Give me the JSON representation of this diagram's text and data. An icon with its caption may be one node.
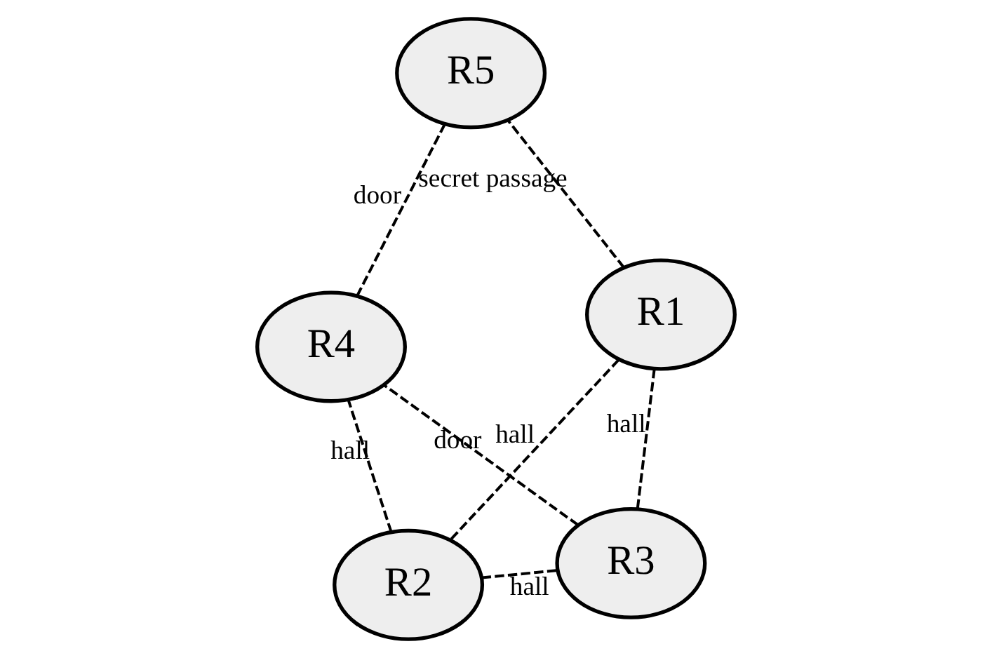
{
  "diagram": {
    "nodes": [
      {
        "text": [
          "R1"
        ]
      },
      {
        "text": [
          "R2"
        ]
      },
      {
        "text": [
          "R3"
        ]
      },
      {
        "text": [
          "R4"
        ]
      },
      {
        "text": [
          "R5"
        ]
      }
    ],
    "edges": [
      {
        "from": 0,
        "to": 1,
        "arrow": "none",
        "label": "hall",
        "style": "dashed"
      },
      {
        "from": 1,
        "to": 2,
        "arrow": "none",
        "label": "hall",
        "style": "dashed"
      },
      {
        "from": 1,
        "to": 3,
        "arrow": "none",
        "label": "hall",
        "style": "dashed"
      },
      {
        "from": 0,
        "to": 2,
        "arrow": "none",
        "label": "hall",
        "style": "dashed"
      },
      {
        "from": 2,
        "to": 3,
        "arrow": "none",
        "label": "door",
        "style": "dashed"
      },
      {
        "from": 3,
        "to": 4,
        "arrow": "none",
        "label": "door",
        "style": "dashed"
      },
      {
        "from": 0,
        "to": 4,
        "arrow": "none",
        "label": "secret passage",
        "style": "dashed"
      }
    ]
  }
}
